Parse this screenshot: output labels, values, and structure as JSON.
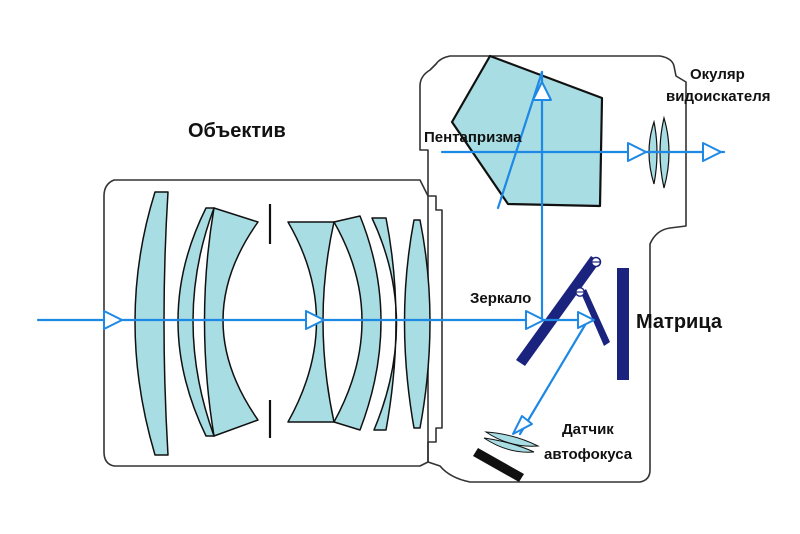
{
  "labels": {
    "lens": "Объектив",
    "pentaprism": "Пентапризма",
    "eyepiece_line1": "Окуляр",
    "eyepiece_line2": "видоискателя",
    "mirror": "Зеркало",
    "sensor": "Матрица",
    "af_line1": "Датчик",
    "af_line2": "автофокуса"
  },
  "colors": {
    "background": "#ffffff",
    "body_outline": "#333333",
    "glass_fill": "#a8dde3",
    "glass_stroke": "#111111",
    "ray": "#1e88e5",
    "mirror": "#1a237e",
    "sensor": "#1a237e",
    "text": "#111111"
  }
}
